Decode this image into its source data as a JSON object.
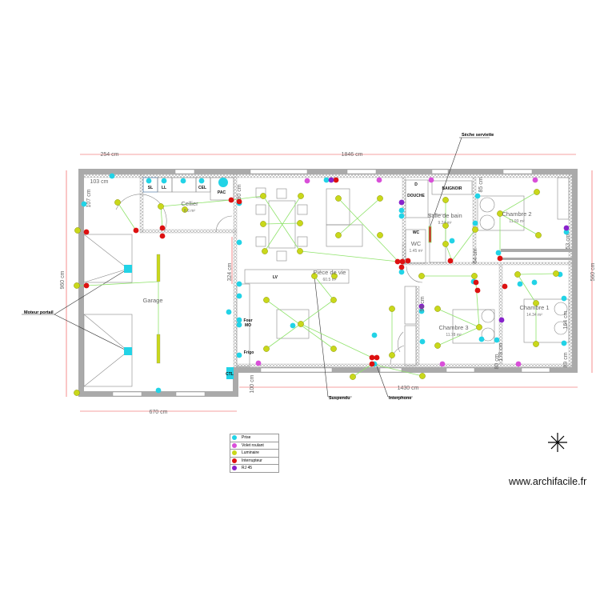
{
  "dimensions": {
    "top_left": "254 cm",
    "top_total": "1846 cm",
    "left_height": "960 cm",
    "right_height": "560 cm",
    "bottom_garage": "670 cm",
    "bottom_main": "1430 cm",
    "step": "100 cm",
    "cellier_w": "103 cm",
    "cellier_h": "107 cm",
    "pac": "90 cm",
    "living_h": "324 cm",
    "bath_side": "85 cm",
    "ch2_side": "53 cm",
    "wc_h": "64 cm",
    "ch3_door": "90 cm",
    "ch1_a": "178 cm",
    "ch1_b": "80 cm",
    "ch1_c": "164 cm",
    "ch1_d": "89 cm"
  },
  "rooms": {
    "garage": {
      "name": "Garage"
    },
    "cellier": {
      "name": "Cellier",
      "area": "8.6 m²"
    },
    "piece_de_vie": {
      "name": "Pièce de vie",
      "area": "60.5 m²"
    },
    "salle_de_bain": {
      "name": "Salle de bain",
      "area": "9.24 m²"
    },
    "wc": {
      "name": "WC",
      "area": "1.45 m²"
    },
    "chambre2": {
      "name": "Chambre 2",
      "area": "11.93 m²"
    },
    "chambre3": {
      "name": "Chambre 3",
      "area": "11.78 m²"
    },
    "chambre1": {
      "name": "Chambre 1",
      "area": "14.34 m²"
    }
  },
  "appliances": {
    "sl": "SL",
    "ll": "LL",
    "cel": "CEL",
    "pac": "PAC",
    "lv": "LV",
    "four": "Four",
    "mo": "MO",
    "frigo": "Frigo",
    "douche": "DOUCHE",
    "baignoire": "BAIGNOIR",
    "wc_label": "WC",
    "ctl": "CTL",
    "motor": "M",
    "d": "D"
  },
  "callouts": {
    "seche_serviette": "Sèche serviette",
    "moteur_portail": "Moteur portail",
    "suspendu": "Suspendu",
    "interphone": "Interphone"
  },
  "legend": [
    {
      "label": "Prise",
      "color": "#22d3e6"
    },
    {
      "label": "Volet roulant",
      "color": "#d94fd9"
    },
    {
      "label": "Luminaire",
      "color": "#c9d81a"
    },
    {
      "label": "Interrupteur",
      "color": "#dd1111"
    },
    {
      "label": "RJ 45",
      "color": "#8822cc"
    }
  ],
  "compass_icon": "north-star-icon",
  "watermark": "www.archifacile.fr"
}
